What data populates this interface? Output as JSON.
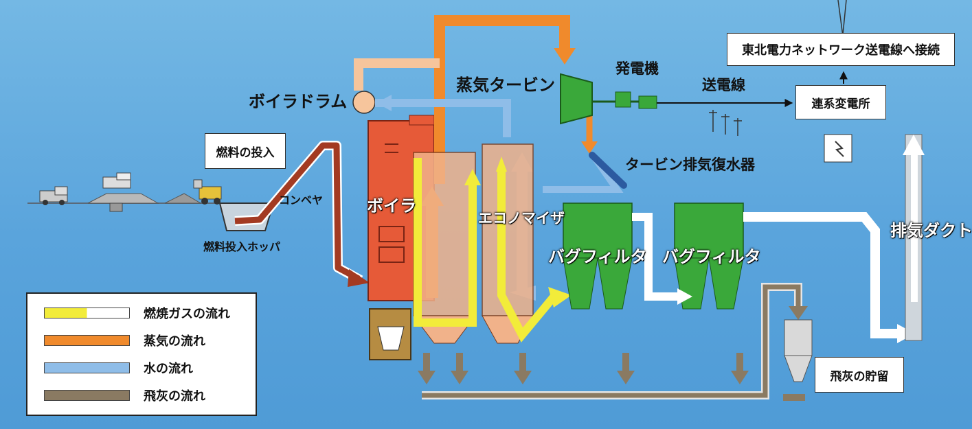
{
  "labels": {
    "grid_connection": "東北電力ネットワーク送電線へ接続",
    "generator": "発電機",
    "steam_turbine": "蒸気タービン",
    "transmission_line": "送電線",
    "substation": "連系変電所",
    "boiler_drum": "ボイラドラム",
    "fuel_input": "燃料の投入",
    "conveyor": "コンベヤ",
    "boiler": "ボイラ",
    "turbine_condenser": "タービン排気復水器",
    "economizer": "エコノマイザ",
    "exhaust_duct": "排気ダクト",
    "fuel_hopper": "燃料投入ホッパ",
    "bag_filter_1": "バグフィルタ",
    "bag_filter_2": "バグフィルタ",
    "fly_ash_storage": "飛灰の貯留"
  },
  "legend": [
    {
      "label": "燃焼ガスの流れ",
      "color": "#f2ec3a",
      "color2": "#ffffff"
    },
    {
      "label": "蒸気の流れ",
      "color": "#f08a2c"
    },
    {
      "label": "水の流れ",
      "color": "#8fbde8"
    },
    {
      "label": "飛灰の流れ",
      "color": "#8a7a62"
    }
  ],
  "colors": {
    "gas": "#f2ec3a",
    "steam": "#f08a2c",
    "water": "#8fbde8",
    "ash": "#8a7a62",
    "fuel": "#a33a22",
    "boiler": "#e65a38",
    "equipment_green": "#3aa83a",
    "background": "#5aa4dc"
  }
}
